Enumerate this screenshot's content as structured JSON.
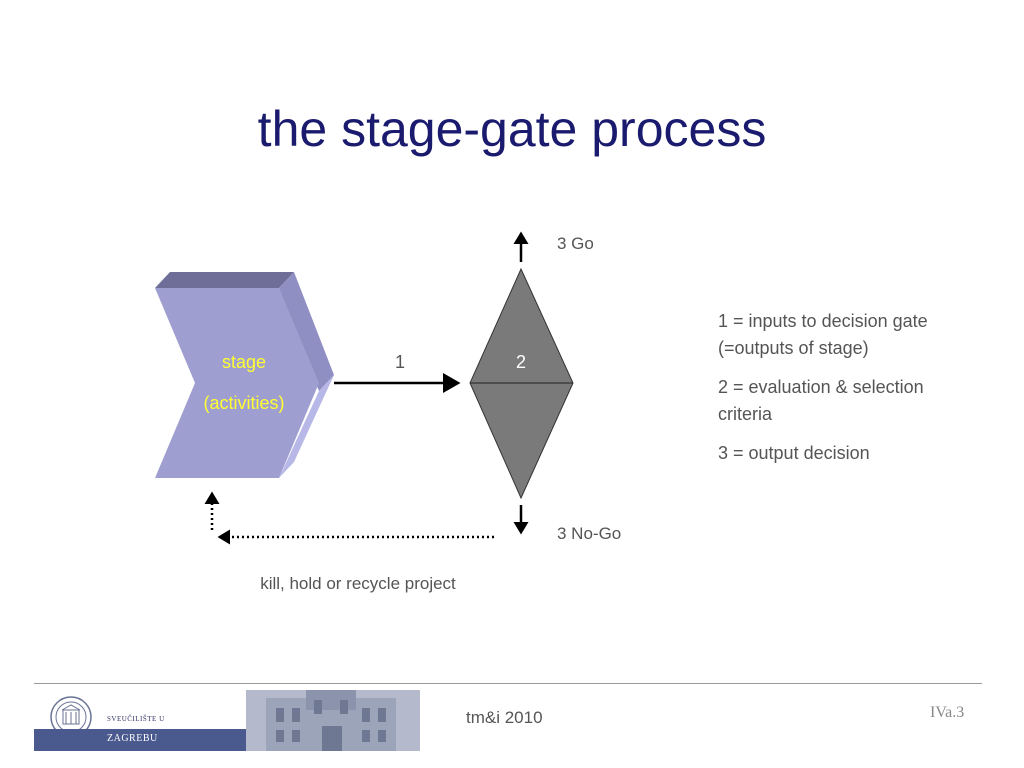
{
  "slide": {
    "title": "the stage-gate process"
  },
  "diagram": {
    "stage_label_1": "stage",
    "stage_label_2": "(activities)",
    "arrow_label": "1",
    "gate_label": "2",
    "go_label": "3 Go",
    "nogo_label": "3 No-Go",
    "recycle_label": "kill, hold or recycle project"
  },
  "legend": {
    "items": [
      "1 = inputs to decision gate (=outputs of stage)",
      "2 = evaluation & selection criteria",
      "3 = output decision"
    ]
  },
  "footer": {
    "university_top": "SVEUČILIŠTE U",
    "university_bottom": "ZAGREBU",
    "course": "tm&i 2010",
    "page": "IVa.3"
  },
  "colors": {
    "title": "#1a1a6e",
    "stage_face": "#9e9ed0",
    "stage_top": "#6e6e98",
    "stage_side": "#b8b8e8",
    "stage_text": "#ffff33",
    "gate_fill": "#7a7a7a"
  }
}
